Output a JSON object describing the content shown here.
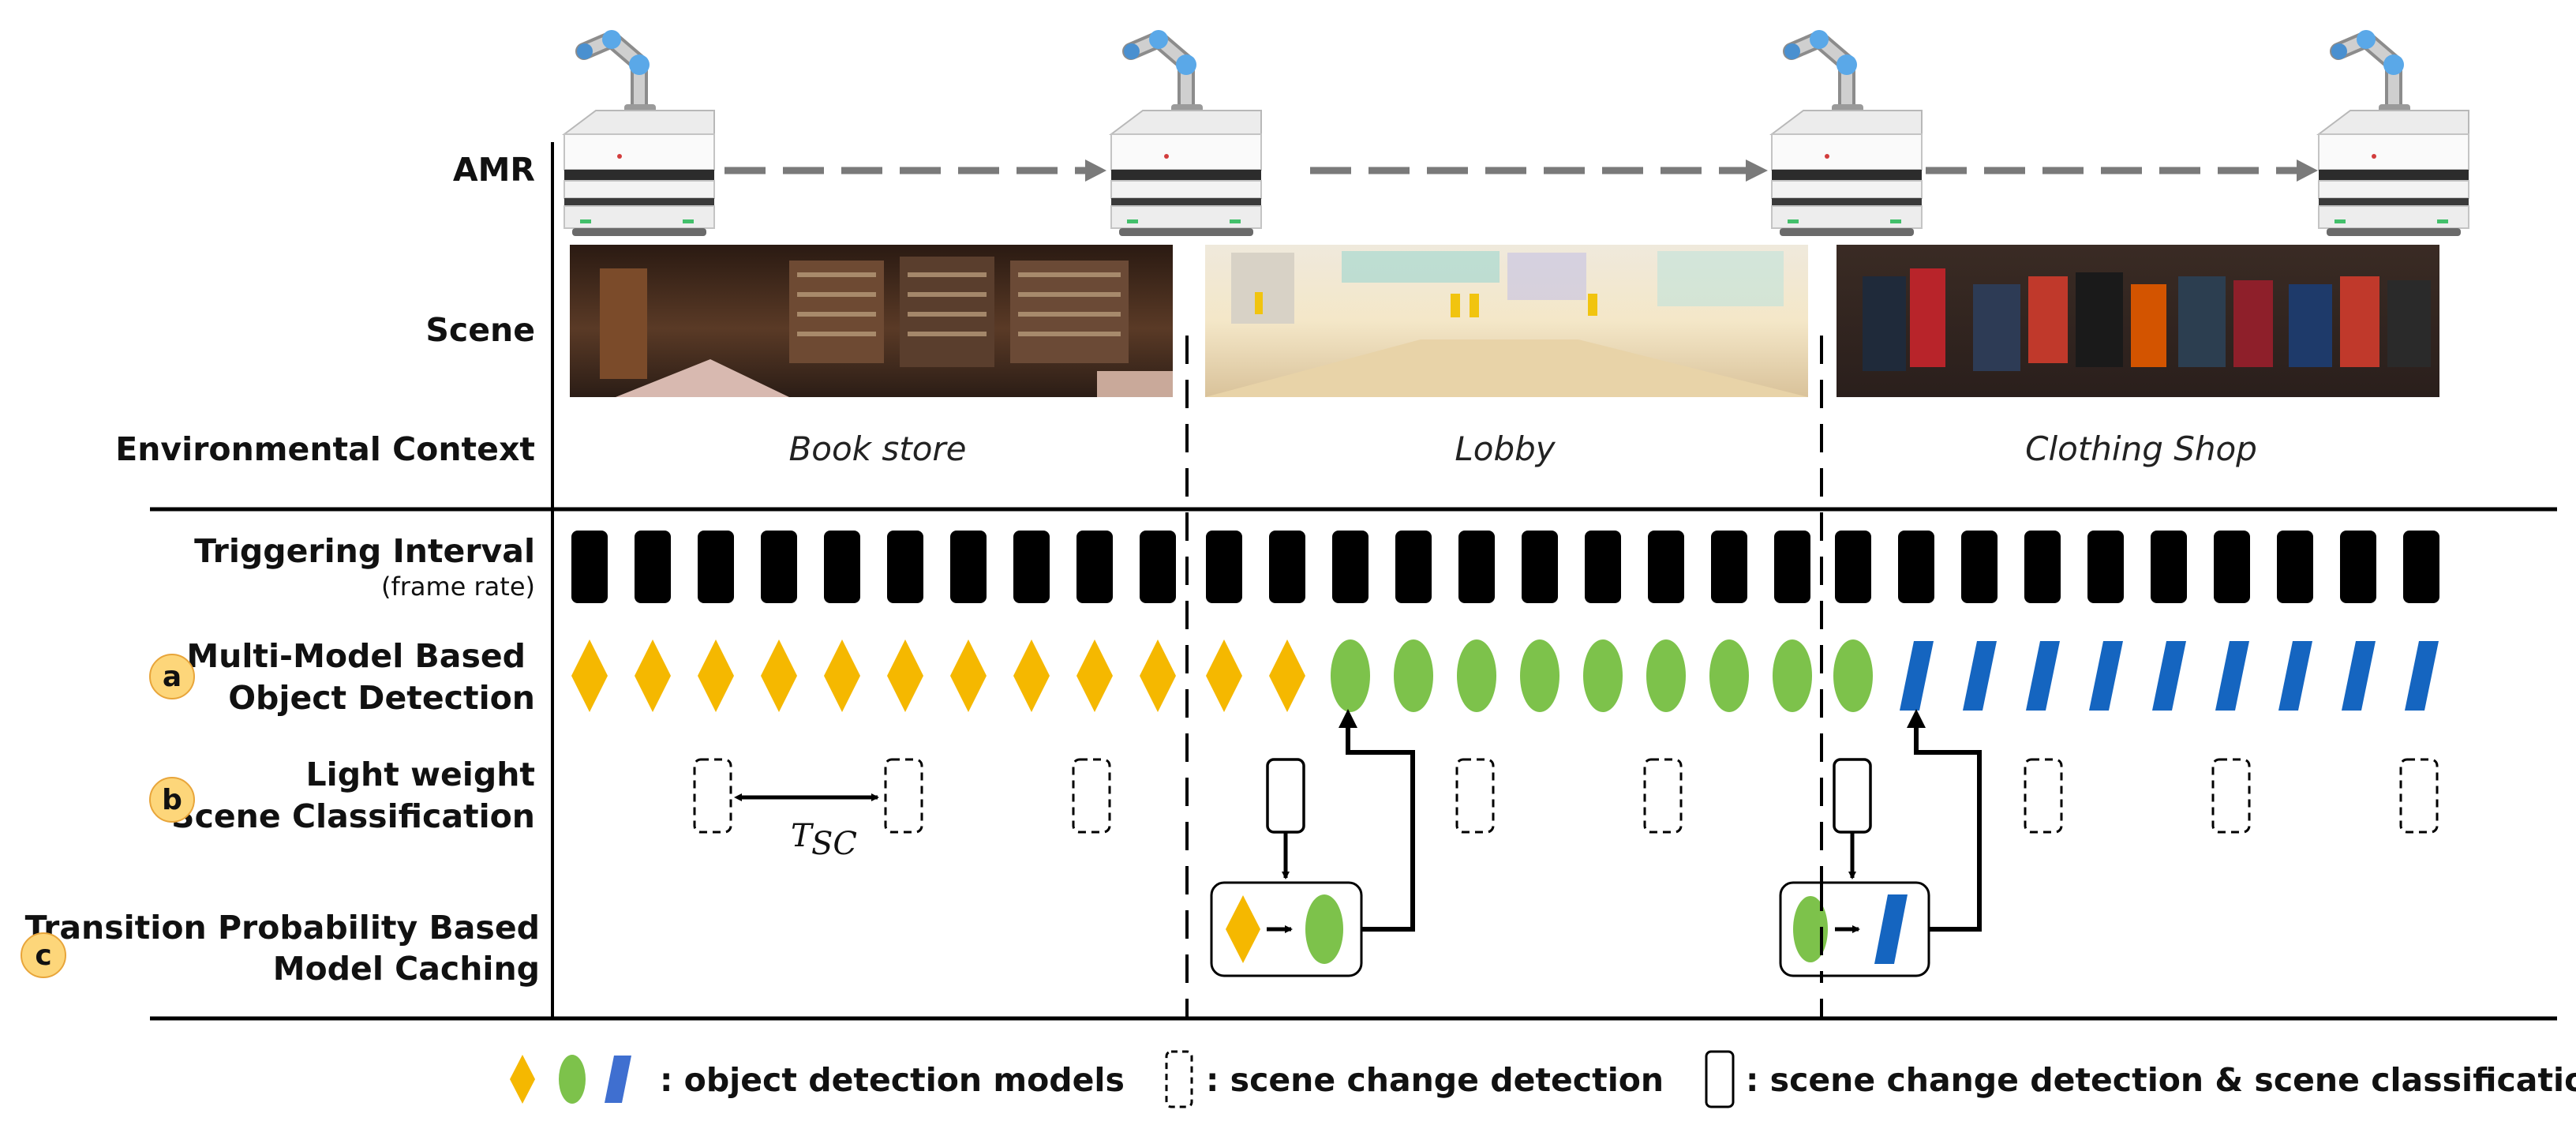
{
  "rows": {
    "amr": "AMR",
    "scene": "Scene",
    "environmental_context": "Environmental Context",
    "triggering_interval": "Triggering Interval",
    "triggering_interval_sub": "(frame rate)",
    "object_detection_line1": "Multi-Model Based",
    "object_detection_line2": "Object Detection",
    "scene_classification_line1": "Light weight",
    "scene_classification_line2": "Scene Classification",
    "model_caching_line1": "Transition Probability Based",
    "model_caching_line2": "Model Caching"
  },
  "badges": {
    "a": "a",
    "b": "b",
    "c": "c"
  },
  "contexts": [
    "Book store",
    "Lobby",
    "Clothing Shop"
  ],
  "interval_label": {
    "main": "T",
    "sub": "SC"
  },
  "legend": {
    "models": ": object detection models",
    "scene_change": ": scene change detection",
    "scene_change_classification": ":   scene change detection & scene classification"
  },
  "colors": {
    "diamond": "#F5B800",
    "ellipse": "#7DC24B",
    "parallelogram": "#1565C0",
    "legend_parallelogram": "#3F6FD0",
    "badge": "#FDD67A",
    "badge_stroke": "#E8A53A",
    "arrow_gray": "#7a7a7a",
    "frame": "#000000"
  },
  "icons": [
    "robot-arm-amr-icon",
    "diamond-model-icon",
    "ellipse-model-icon",
    "parallelogram-model-icon",
    "dashed-box-icon",
    "solid-box-icon"
  ],
  "sequence": {
    "frames": 30,
    "models": [
      "diamond",
      "diamond",
      "diamond",
      "diamond",
      "diamond",
      "diamond",
      "diamond",
      "diamond",
      "diamond",
      "diamond",
      "diamond",
      "diamond",
      "ellipse",
      "ellipse",
      "ellipse",
      "ellipse",
      "ellipse",
      "ellipse",
      "ellipse",
      "ellipse",
      "ellipse",
      "para",
      "para",
      "para",
      "para",
      "para",
      "para",
      "para",
      "para",
      "para"
    ]
  }
}
